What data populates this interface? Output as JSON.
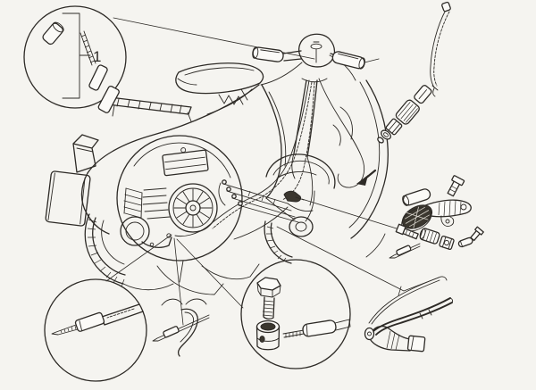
{
  "figure": {
    "kind": "exploded-parts-line-diagram",
    "subject": "scooter rear brake control assembly"
  },
  "colors": {
    "background": "#f5f4f0",
    "line": "#2d2a26",
    "soft": "#6f6b64",
    "fill_dark": "#3b372f",
    "pad_hatch": "#d8d5cc",
    "paper": "#fbfaf7"
  },
  "callouts": {
    "cable_end_detail": {
      "label": "1",
      "name": "transmission-cable-end-detail"
    },
    "cable_sheath_detail": {
      "name": "cable-sheath-detail"
    },
    "adjuster_parts_detail": {
      "name": "bolt-barrel-nut-cable-end-detail"
    }
  },
  "part_names": [
    "scooter-illustration",
    "upper-control-cable",
    "cable-adjuster-set",
    "rear-brake-pedal-assembly",
    "pedal-rubber-pad",
    "brake-rod",
    "rear-brake-outer-tubes",
    "cable-clip",
    "hex-bolt",
    "barrel-nut",
    "cable-end-sleeve"
  ]
}
